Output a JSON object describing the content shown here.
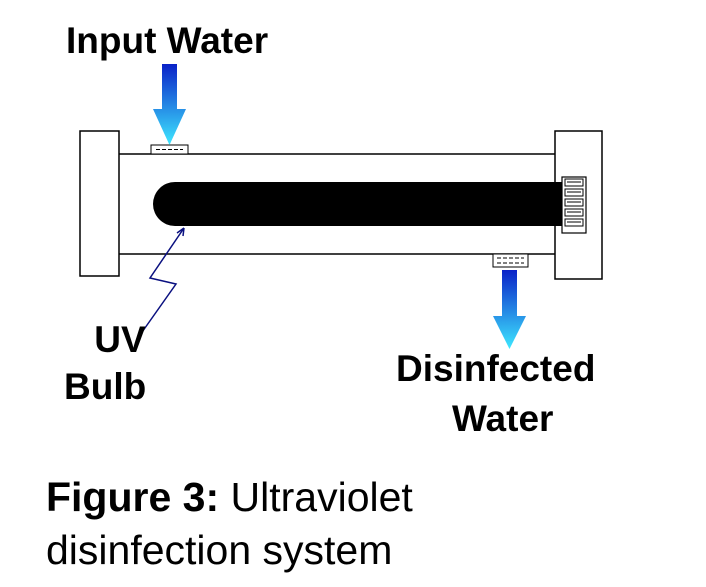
{
  "labels": {
    "input_water": "Input Water",
    "uv_line1": "UV",
    "uv_line2": "Bulb",
    "disinfected_line1": "Disinfected",
    "disinfected_line2": "Water"
  },
  "caption": {
    "prefix": "Figure 3:",
    "line1_rest": " Ultraviolet",
    "line2": "disinfection system"
  },
  "colors": {
    "arrow_top": "#0a22c8",
    "arrow_bottom": "#3ee8ff",
    "bulb": "#000000",
    "outline": "#000000"
  }
}
